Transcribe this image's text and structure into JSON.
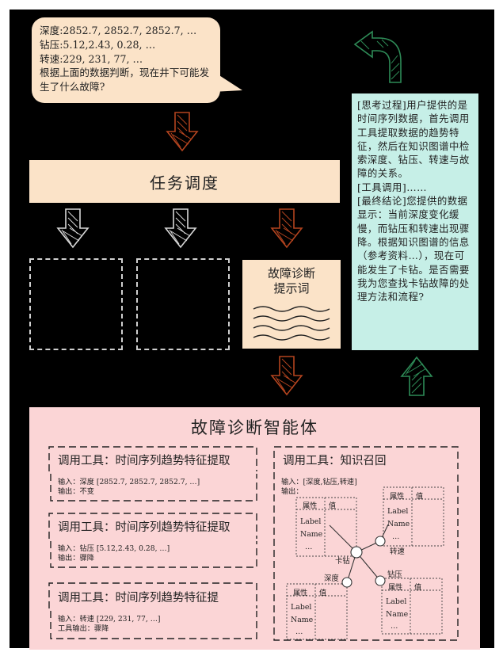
{
  "question": {
    "lines": [
      "深度:2852.7, 2852.7, 2852.7, …",
      "钻压:5.12,2.43, 0.28, …",
      "转速:229, 231, 77, …",
      "根据上面的数据判断，现在井下可能发生了什么故障?"
    ]
  },
  "task_scheduling": "任务调度",
  "prompt_box": {
    "line1": "故障诊断",
    "line2": "提示词"
  },
  "answer": {
    "paragraphs": [
      "[思考过程]用户提供的是时间序列数据，首先调用工具提取数据的趋势特征，然后在知识图谱中检索深度、钻压、转速与故障的关系。",
      "[工具调用]……",
      "[最终结论]您提供的数据显示：当前深度变化缓慢，而钻压和转速出现骤降。根据知识图谱的信息（参考资料…），现在可能发生了卡钻。是否需要我为您查找卡钻故障的处理方法和流程?"
    ]
  },
  "agent": {
    "title": "故障诊断智能体",
    "tools": [
      {
        "header": "调用工具：时间序列趋势特征提取",
        "input": "输入：深度 [2852.7, 2852.7, 2852.7, …]",
        "output": "输出：不变"
      },
      {
        "header": "调用工具：时间序列趋势特征提取",
        "input": "输入：钻压 [5.12,2.43, 0.28, …]",
        "output": "输出：骤降"
      },
      {
        "header": "调用工具：时间序列趋势特征提",
        "input": "输入：转速 [229, 231, 77, …]",
        "output": "工具输出：骤降"
      }
    ],
    "kg": {
      "header": "调用工具：知识召回",
      "input": "输入：[深度,钻压,转速]",
      "output": "输出：",
      "table_attr": "属性",
      "table_val": "值",
      "table_label": "Label",
      "table_name": "Name",
      "table_more": "…",
      "nodes": [
        "卡钻",
        "转速",
        "深度",
        "钻压"
      ]
    }
  },
  "colors": {
    "frame": "#000000",
    "peach": "#fbe3c8",
    "mint": "#c6efe7",
    "pink": "#fbd5d6",
    "arrow_orange": "#b4441f",
    "arrow_gray": "#d8d8d8",
    "arrow_green": "#2e8b57"
  }
}
